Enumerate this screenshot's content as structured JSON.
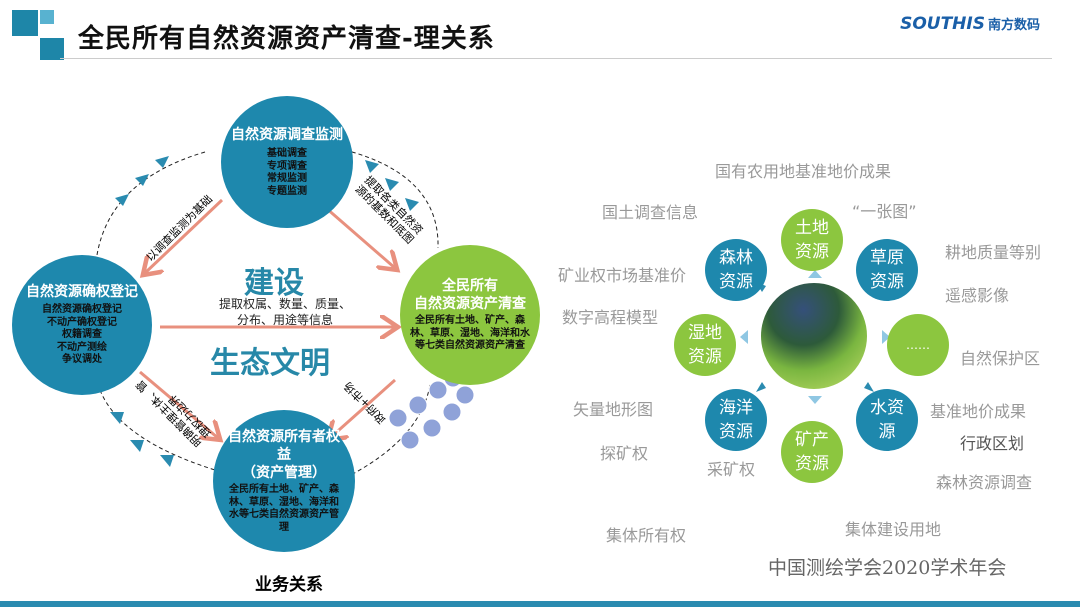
{
  "header": {
    "title": "全民所有自然资源资产清查-理关系",
    "logo_text": "SOUTHIS",
    "logo_cn": "南方数码"
  },
  "left_diagram": {
    "top": {
      "title": "自然资源调查监测",
      "items": [
        "基础调查",
        "专项调查",
        "常规监测",
        "专题监测"
      ]
    },
    "left": {
      "title": "自然资源确权登记",
      "items": [
        "自然资源确权登记",
        "不动产确权登记",
        "权籍调查",
        "不动产测绘",
        "争议调处"
      ]
    },
    "right": {
      "title_1": "全民所有",
      "title_2": "自然资源资产清查",
      "body": "全民所有土地、矿产、森林、草原、湿地、海洋和水等七类自然资源资产清查"
    },
    "bottom": {
      "title_1": "自然资源所有者权益",
      "title_2": "（资产管理）",
      "body": "全民所有土地、矿产、森林、草原、湿地、海洋和水等七类自然资源资产管理"
    },
    "center_top": "建设",
    "center_text_1": "提取权属、数量、质量、",
    "center_text_2": "分布、用途等信息",
    "center_bottom": "生态文明",
    "arrow_top_left": "以调查监测为基础",
    "arrow_top_right": "提取各类自然资源的基数和底图",
    "arrow_bottom_left": "明确管理主体、管理权力边界",
    "arrow_bottom_right": "政府+市场",
    "caption": "业务关系"
  },
  "right_diagram": {
    "background_terms": [
      "国有农用地基准地价成果",
      "国土调查信息",
      "“一张图”",
      "耕地质量等别",
      "矿业权市场基准价",
      "遥感影像",
      "数字高程模型",
      "自然保护区",
      "矢量地形图",
      "探矿权",
      "基准地价成果",
      "行政区划",
      "采矿权",
      "森林资源调查",
      "集体所有权",
      "集体建设用地"
    ],
    "resources": [
      {
        "label": "土地资源",
        "color": "green"
      },
      {
        "label": "草原资源",
        "color": "blue"
      },
      {
        "label": "……",
        "color": "green"
      },
      {
        "label": "水资源",
        "color": "blue"
      },
      {
        "label": "矿产资源",
        "color": "green"
      },
      {
        "label": "海洋资源",
        "color": "blue"
      },
      {
        "label": "湿地资源",
        "color": "green"
      },
      {
        "label": "森林资源",
        "color": "blue"
      }
    ],
    "conference": "中国测绘学会2020学术年会"
  },
  "colors": {
    "blue": "#1e88ad",
    "green": "#8cc63f",
    "arrow": "#e8907e"
  }
}
